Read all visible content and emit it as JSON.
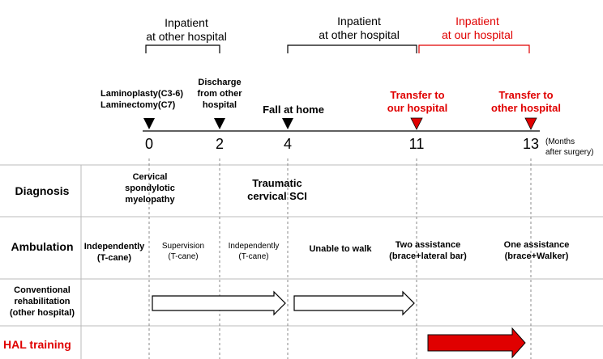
{
  "timeline": {
    "months": [
      "0",
      "2",
      "4",
      "11",
      "13"
    ],
    "months_unit": "(Months\nafter surgery)",
    "events": [
      {
        "label": "Laminoplasty(C3-6)\nLaminectomy(C7)"
      },
      {
        "label": "Discharge\nfrom other\nhospital"
      },
      {
        "label": "Fall at home"
      },
      {
        "label": "Transfer to\nour hospital"
      },
      {
        "label": "Transfer to\nother hospital"
      }
    ],
    "stays": [
      {
        "label": "Inpatient\nat other hospital"
      },
      {
        "label": "Inpatient\nat other hospital"
      },
      {
        "label": "Inpatient\nat our hospital"
      }
    ]
  },
  "rows": {
    "diagnosis": {
      "title": "Diagnosis",
      "items": [
        "Cervical\nspondylotic\nmyelopathy",
        "Traumatic\ncervical SCI"
      ]
    },
    "ambulation": {
      "title": "Ambulation",
      "items": [
        "Independently\n(T-cane)",
        "Supervision\n(T-cane)",
        "Independently\n(T-cane)",
        "Unable to walk",
        "Two assistance\n(brace+lateral bar)",
        "One assistance\n(brace+Walker)"
      ]
    },
    "conventional": {
      "title": "Conventional\nrehabilitation\n(other hospital)"
    },
    "hal": {
      "title": "HAL training"
    }
  },
  "colors": {
    "accent": "#e00000",
    "line": "#000000",
    "grid": "#bbbbbb"
  }
}
